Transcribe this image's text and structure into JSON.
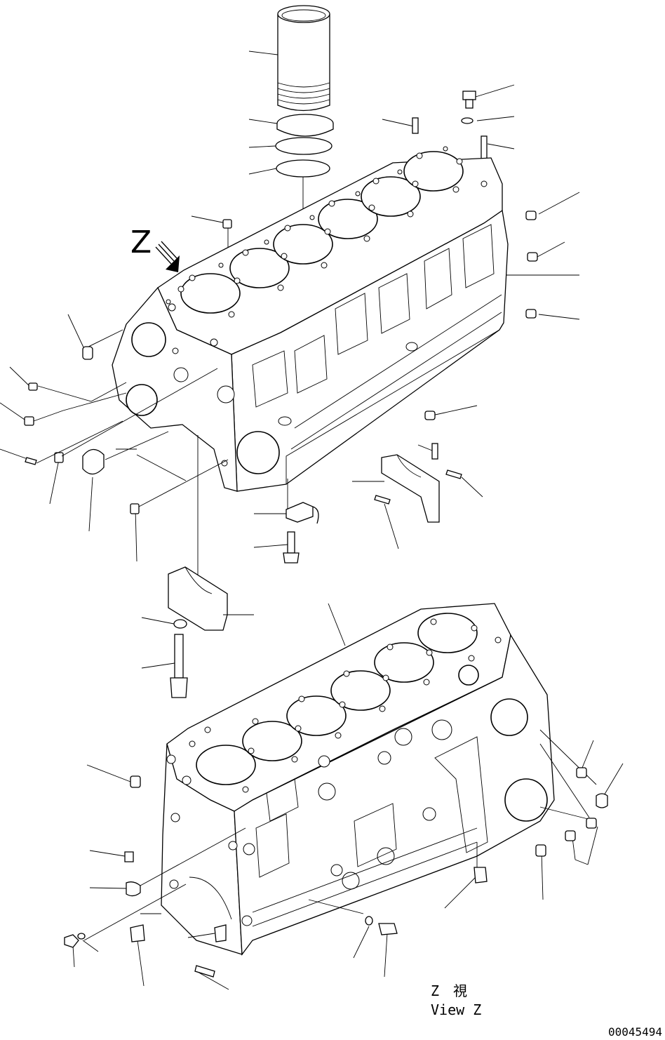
{
  "diagram": {
    "view_marker": "Z",
    "view_caption_jp": "Z　視",
    "view_caption_en": "View Z",
    "drawing_number": "00045494"
  },
  "colors": {
    "line": "#000000",
    "background": "#ffffff"
  }
}
